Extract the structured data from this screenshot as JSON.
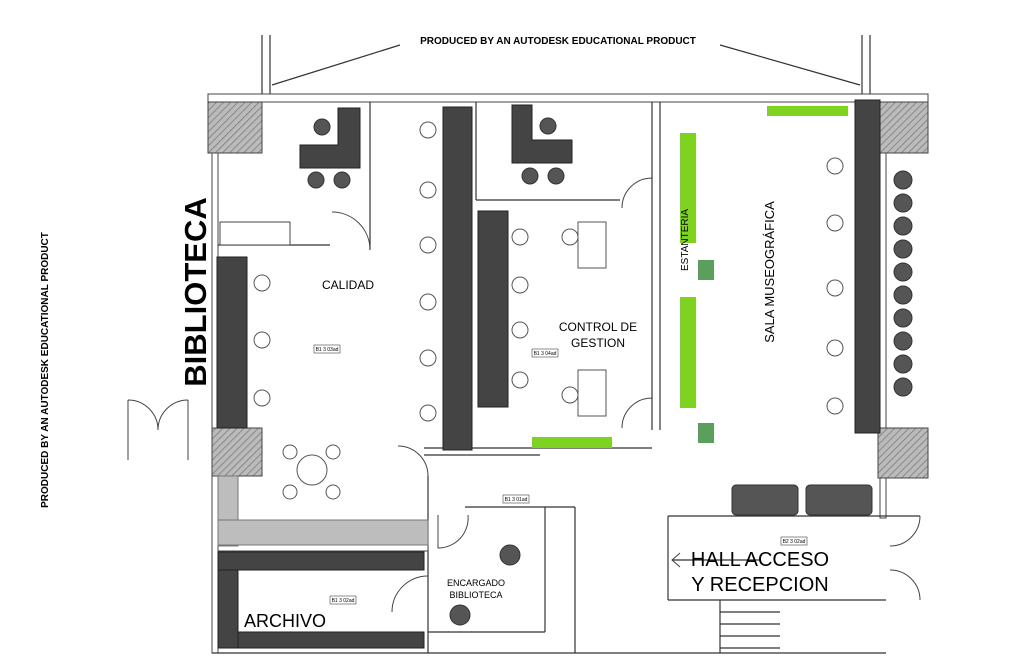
{
  "watermark": {
    "top": "PRODUCED BY AN AUTODESK EDUCATIONAL PRODUCT",
    "left": "PRODUCED BY AN AUTODESK EDUCATIONAL PRODUCT"
  },
  "plan": {
    "title": "BIBLIOTECA",
    "rooms": {
      "calidad": "CALIDAD",
      "control_line1": "CONTROL DE",
      "control_line2": "GESTION",
      "estanteria": "ESTANTERIA",
      "sala": "SALA  MUSEOGRÁFICA",
      "hall_line1": "HALL ACCESO",
      "hall_line2": "Y RECEPCION",
      "encargado_line1": "ENCARGADO",
      "encargado_line2": "BIBLIOTECA",
      "archivo": "ARCHIVO"
    },
    "tags": {
      "calidad": "B1 3 03ad",
      "control": "B1 3 04ad",
      "encargado": "B1 3 01ad",
      "archivo": "B1 3 02ad",
      "hall": "B2 3 02ad"
    }
  },
  "colors": {
    "shelf": "#444444",
    "green_shelf": "#7ed321",
    "display_case": "#5c9e5c",
    "corridor": "#bdbdbd"
  }
}
